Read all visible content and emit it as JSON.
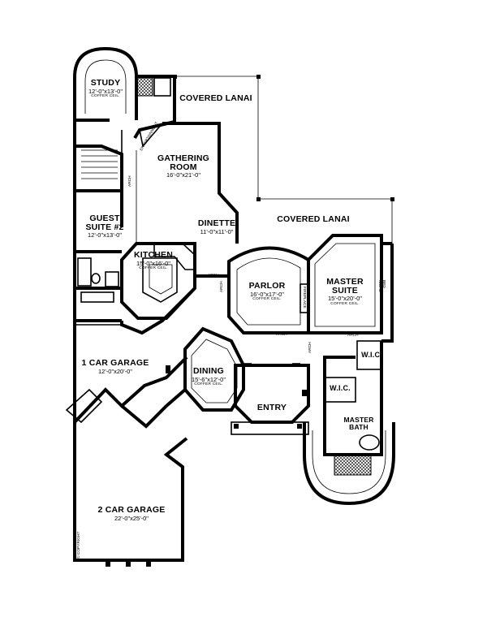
{
  "rooms": [
    {
      "key": "study",
      "name": "STUDY",
      "dims": "12'-0\"x13'-0\"",
      "ceil": "COFFER CEIL."
    },
    {
      "key": "covered_lanai_top",
      "name": "COVERED LANAI",
      "dims": "",
      "ceil": ""
    },
    {
      "key": "gathering_room",
      "name": "GATHERING\nROOM",
      "dims": "16'-0\"x21'-0\"",
      "ceil": ""
    },
    {
      "key": "covered_lanai_right",
      "name": "COVERED LANAI",
      "dims": "",
      "ceil": ""
    },
    {
      "key": "dinette",
      "name": "DINETTE",
      "dims": "11'-0\"x11'-0\"",
      "ceil": ""
    },
    {
      "key": "guest_suite",
      "name": "GUEST\nSUITE #2",
      "dims": "12'-0\"x13'-0\"",
      "ceil": ""
    },
    {
      "key": "kitchen",
      "name": "KITCHEN",
      "dims": "15'-0\"x16'-0\"",
      "ceil": "COFFER CEIL."
    },
    {
      "key": "parlor",
      "name": "PARLOR",
      "dims": "16'-0\"x17'-0\"",
      "ceil": "COFFER CEIL."
    },
    {
      "key": "master_suite",
      "name": "MASTER\nSUITE",
      "dims": "15'-0\"x20'-0\"",
      "ceil": "COFFER CEIL."
    },
    {
      "key": "one_car_garage",
      "name": "1 CAR GARAGE",
      "dims": "12'-0\"x20'-0\"",
      "ceil": ""
    },
    {
      "key": "dining",
      "name": "DINING",
      "dims": "15'-6\"x12'-0\"",
      "ceil": "COFFER CEIL."
    },
    {
      "key": "wic_upper",
      "name": "W.I.C.",
      "dims": "",
      "ceil": ""
    },
    {
      "key": "wic_lower",
      "name": "W.I.C.",
      "dims": "",
      "ceil": ""
    },
    {
      "key": "entry",
      "name": "ENTRY",
      "dims": "",
      "ceil": ""
    },
    {
      "key": "master_bath",
      "name": "MASTER\nBATH",
      "dims": "",
      "ceil": ""
    },
    {
      "key": "two_car_garage",
      "name": "2 CAR GARAGE",
      "dims": "22'-0\"x25'-0\"",
      "ceil": ""
    }
  ],
  "annotations": {
    "arch_label": "ARCH",
    "fireplace": "FIREPLACE",
    "entertainment": "ENTERTAINMENT",
    "bed_niche": "BED\nNICHE",
    "copyright": "© COPYRIGHT"
  }
}
